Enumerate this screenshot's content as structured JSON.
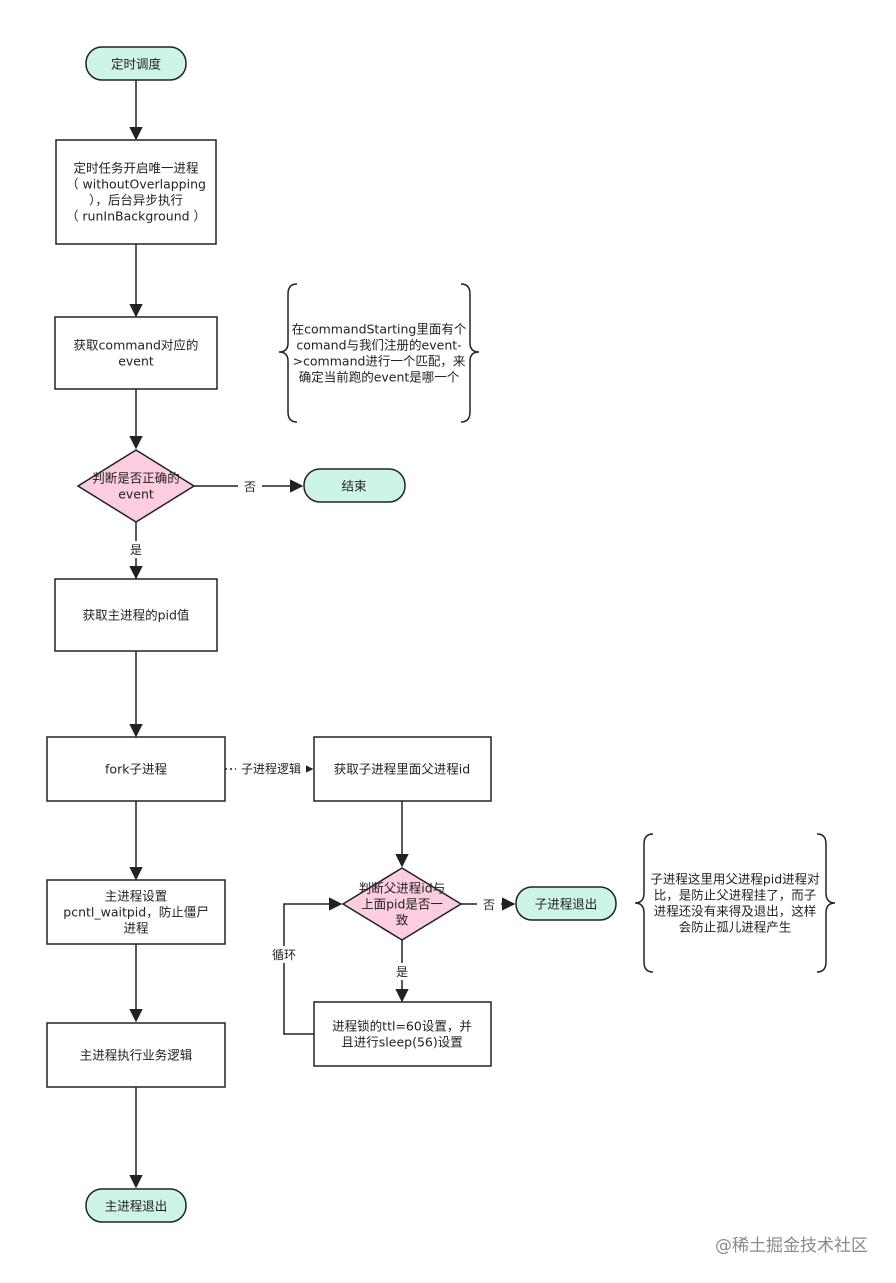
{
  "colors": {
    "terminal_fill": "#ccf5e6",
    "decision_fill": "#fccde1",
    "stroke": "#222222",
    "background": "#ffffff"
  },
  "nodes": {
    "start": [
      "定时调度"
    ],
    "overlap": [
      "定时任务开启唯一进程",
      "（ withoutOverlapping",
      "），后台异步执行",
      "（ runInBackground ）"
    ],
    "get_event": [
      "获取command对应的",
      "event"
    ],
    "check_event": [
      "判断是否正确的",
      "event"
    ],
    "end": [
      "结束"
    ],
    "get_pid": [
      "获取主进程的pid值"
    ],
    "fork": [
      "fork子进程"
    ],
    "child_parent_id": [
      "获取子进程里面父进程id"
    ],
    "check_parent": [
      "判断父进程id与",
      "上面pid是否一",
      "致"
    ],
    "child_exit": [
      "子进程退出"
    ],
    "waitpid": [
      "主进程设置",
      "pcntl_waitpid，防止僵尸",
      "进程"
    ],
    "lock_ttl": [
      "进程锁的ttl=60设置，并",
      "且进行sleep(56)设置"
    ],
    "business": [
      "主进程执行业务逻辑"
    ],
    "main_exit": [
      "主进程退出"
    ]
  },
  "edge_labels": {
    "no_1": "否",
    "yes_1": "是",
    "child_logic": "子进程逻辑",
    "no_2": "否",
    "yes_2": "是",
    "loop": "循环"
  },
  "notes": {
    "command_starting": [
      "在commandStarting里面有个",
      "comand与我们注册的event-",
      ">command进行一个匹配，来",
      "确定当前跑的event是哪一个"
    ],
    "orphan": [
      "子进程这里用父进程pid进程对",
      "比，是防止父进程挂了，而子",
      "进程还没有来得及退出，这样",
      "会防止孤儿进程产生"
    ]
  },
  "watermark": "@稀土掘金技术社区"
}
